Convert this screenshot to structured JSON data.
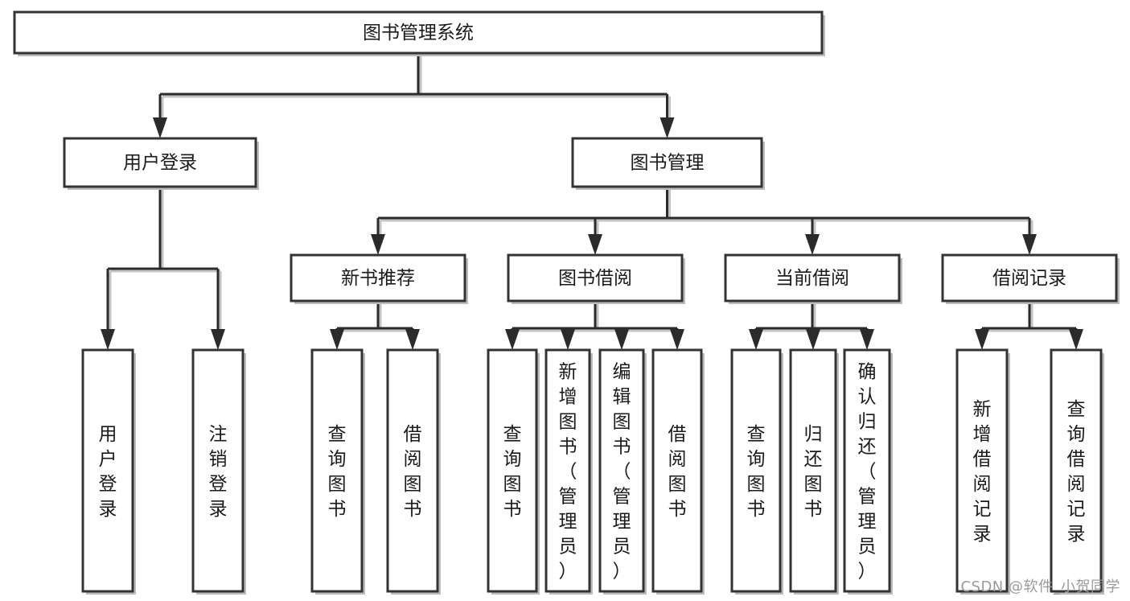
{
  "diagram": {
    "title": "图书管理系统",
    "type": "tree",
    "orientation": "top-down",
    "colors": {
      "box_border": "#333333",
      "box_fill": "#ffffff",
      "connector": "#2b2b2b",
      "shadow": "#bcbcbc",
      "text": "#1a1a1a",
      "watermark": "#9a9a9a",
      "background": "#ffffff"
    },
    "nodes": {
      "root": {
        "label": "图书管理系统",
        "level": 1
      },
      "level2": [
        {
          "id": "user-login",
          "label": "用户登录"
        },
        {
          "id": "book-manage",
          "label": "图书管理"
        }
      ],
      "level3": [
        {
          "id": "new-book-recommend",
          "label": "新书推荐",
          "parent": "book-manage"
        },
        {
          "id": "book-borrow",
          "label": "图书借阅",
          "parent": "book-manage"
        },
        {
          "id": "current-borrow",
          "label": "当前借阅",
          "parent": "book-manage"
        },
        {
          "id": "borrow-record",
          "label": "借阅记录",
          "parent": "book-manage"
        }
      ],
      "leaves": [
        {
          "id": "leaf-user-login",
          "label": "用户登录",
          "parent": "user-login"
        },
        {
          "id": "leaf-logout-login",
          "label": "注销登录",
          "parent": "user-login"
        },
        {
          "id": "leaf-query-book-1",
          "label": "查询图书",
          "parent": "new-book-recommend"
        },
        {
          "id": "leaf-borrow-book-1",
          "label": "借阅图书",
          "parent": "new-book-recommend"
        },
        {
          "id": "leaf-query-book-2",
          "label": "查询图书",
          "parent": "book-borrow"
        },
        {
          "id": "leaf-add-book",
          "label": "新增图书（管理员）",
          "parent": "book-borrow"
        },
        {
          "id": "leaf-edit-book",
          "label": "编辑图书（管理员）",
          "parent": "book-borrow"
        },
        {
          "id": "leaf-borrow-book-2",
          "label": "借阅图书",
          "parent": "book-borrow"
        },
        {
          "id": "leaf-query-book-3",
          "label": "查询图书",
          "parent": "current-borrow"
        },
        {
          "id": "leaf-return-book",
          "label": "归还图书",
          "parent": "current-borrow"
        },
        {
          "id": "leaf-confirm-return",
          "label": "确认归还（管理员）",
          "parent": "current-borrow"
        },
        {
          "id": "leaf-add-record",
          "label": "新增借阅记录",
          "parent": "borrow-record"
        },
        {
          "id": "leaf-query-record",
          "label": "查询借阅记录",
          "parent": "borrow-record"
        }
      ]
    }
  },
  "watermark": {
    "text": "CSDN @软件_小贺同学"
  }
}
